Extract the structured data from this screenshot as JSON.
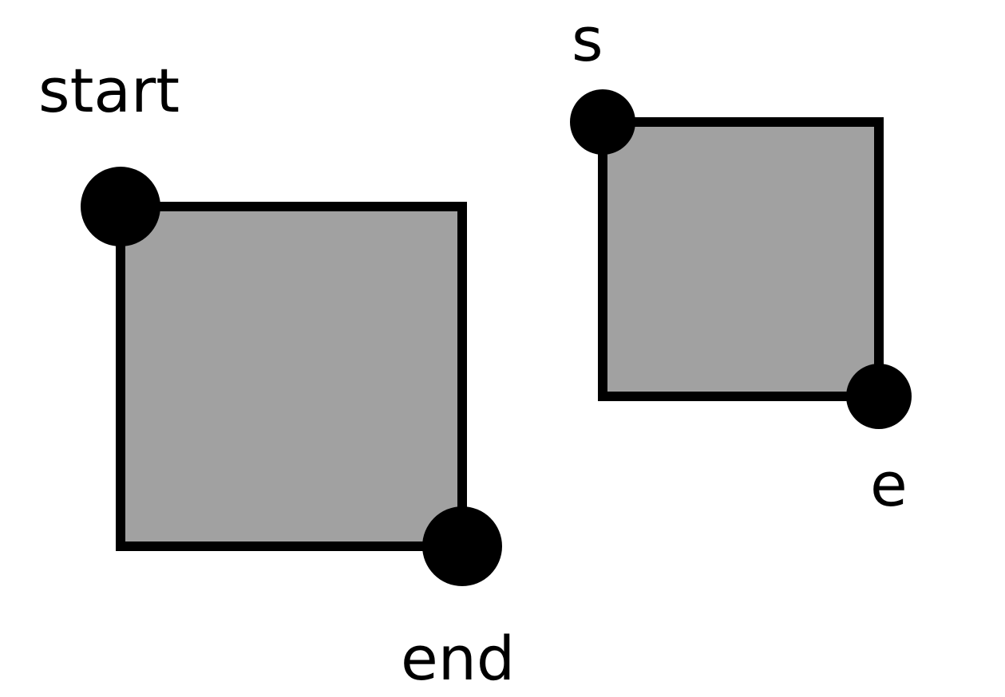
{
  "diagram": {
    "background": "#ffffff",
    "fill_color": "#a1a1a1",
    "stroke_color": "#000000",
    "large_box": {
      "start_label": "start",
      "end_label": "end"
    },
    "small_box": {
      "start_label": "s",
      "end_label": "e"
    }
  }
}
